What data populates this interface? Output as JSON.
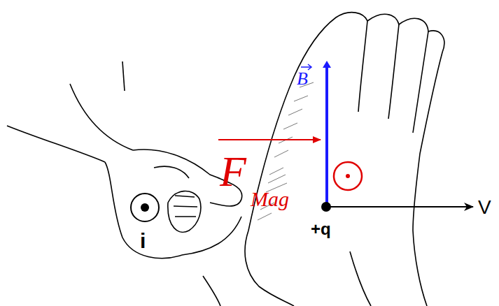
{
  "diagram": {
    "labels": [
      "B",
      "F",
      "Mag",
      "i",
      "+q",
      "V"
    ]
  }
}
